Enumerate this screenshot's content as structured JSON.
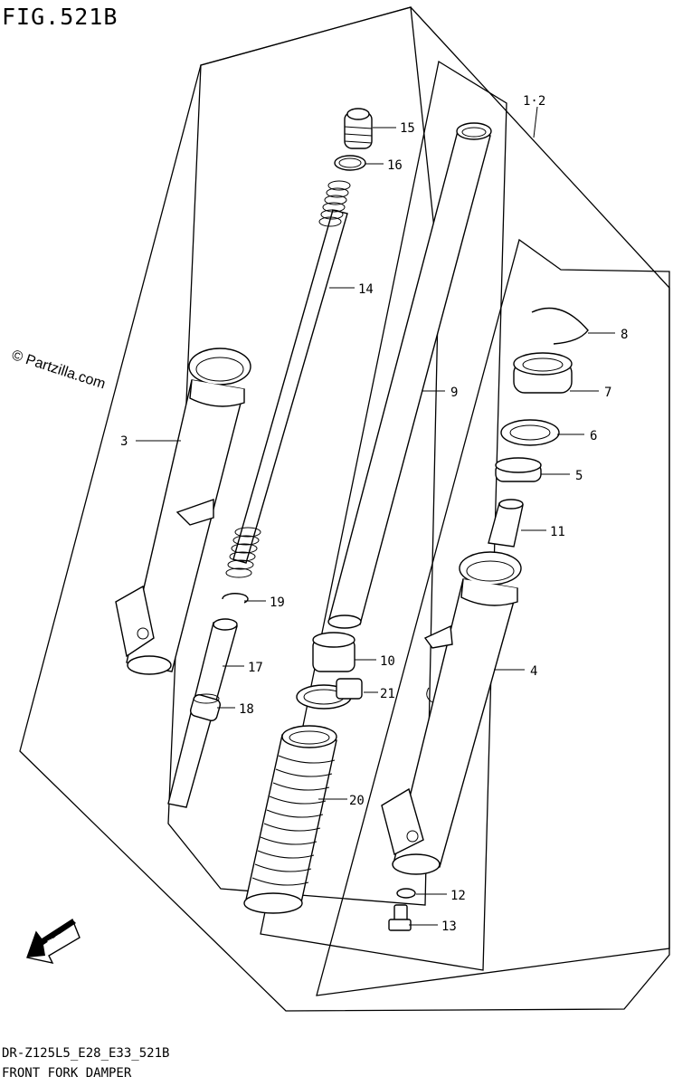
{
  "figure": {
    "title": "FIG.521B",
    "watermark": "© Partzilla.com",
    "model_code": "DR-Z125L5_E28_E33_521B",
    "diagram_name": "FRONT FORK DAMPER",
    "direction_label": "FWD",
    "assembly_label": "1·2"
  },
  "callouts": [
    {
      "id": "15",
      "label": "15"
    },
    {
      "id": "16",
      "label": "16"
    },
    {
      "id": "14",
      "label": "14"
    },
    {
      "id": "3",
      "label": "3"
    },
    {
      "id": "19",
      "label": "19"
    },
    {
      "id": "17",
      "label": "17"
    },
    {
      "id": "18",
      "label": "18"
    },
    {
      "id": "9",
      "label": "9"
    },
    {
      "id": "10",
      "label": "10"
    },
    {
      "id": "21",
      "label": "21"
    },
    {
      "id": "20",
      "label": "20"
    },
    {
      "id": "8",
      "label": "8"
    },
    {
      "id": "7",
      "label": "7"
    },
    {
      "id": "6",
      "label": "6"
    },
    {
      "id": "5",
      "label": "5"
    },
    {
      "id": "11",
      "label": "11"
    },
    {
      "id": "4",
      "label": "4"
    },
    {
      "id": "12",
      "label": "12"
    },
    {
      "id": "13",
      "label": "13"
    }
  ]
}
